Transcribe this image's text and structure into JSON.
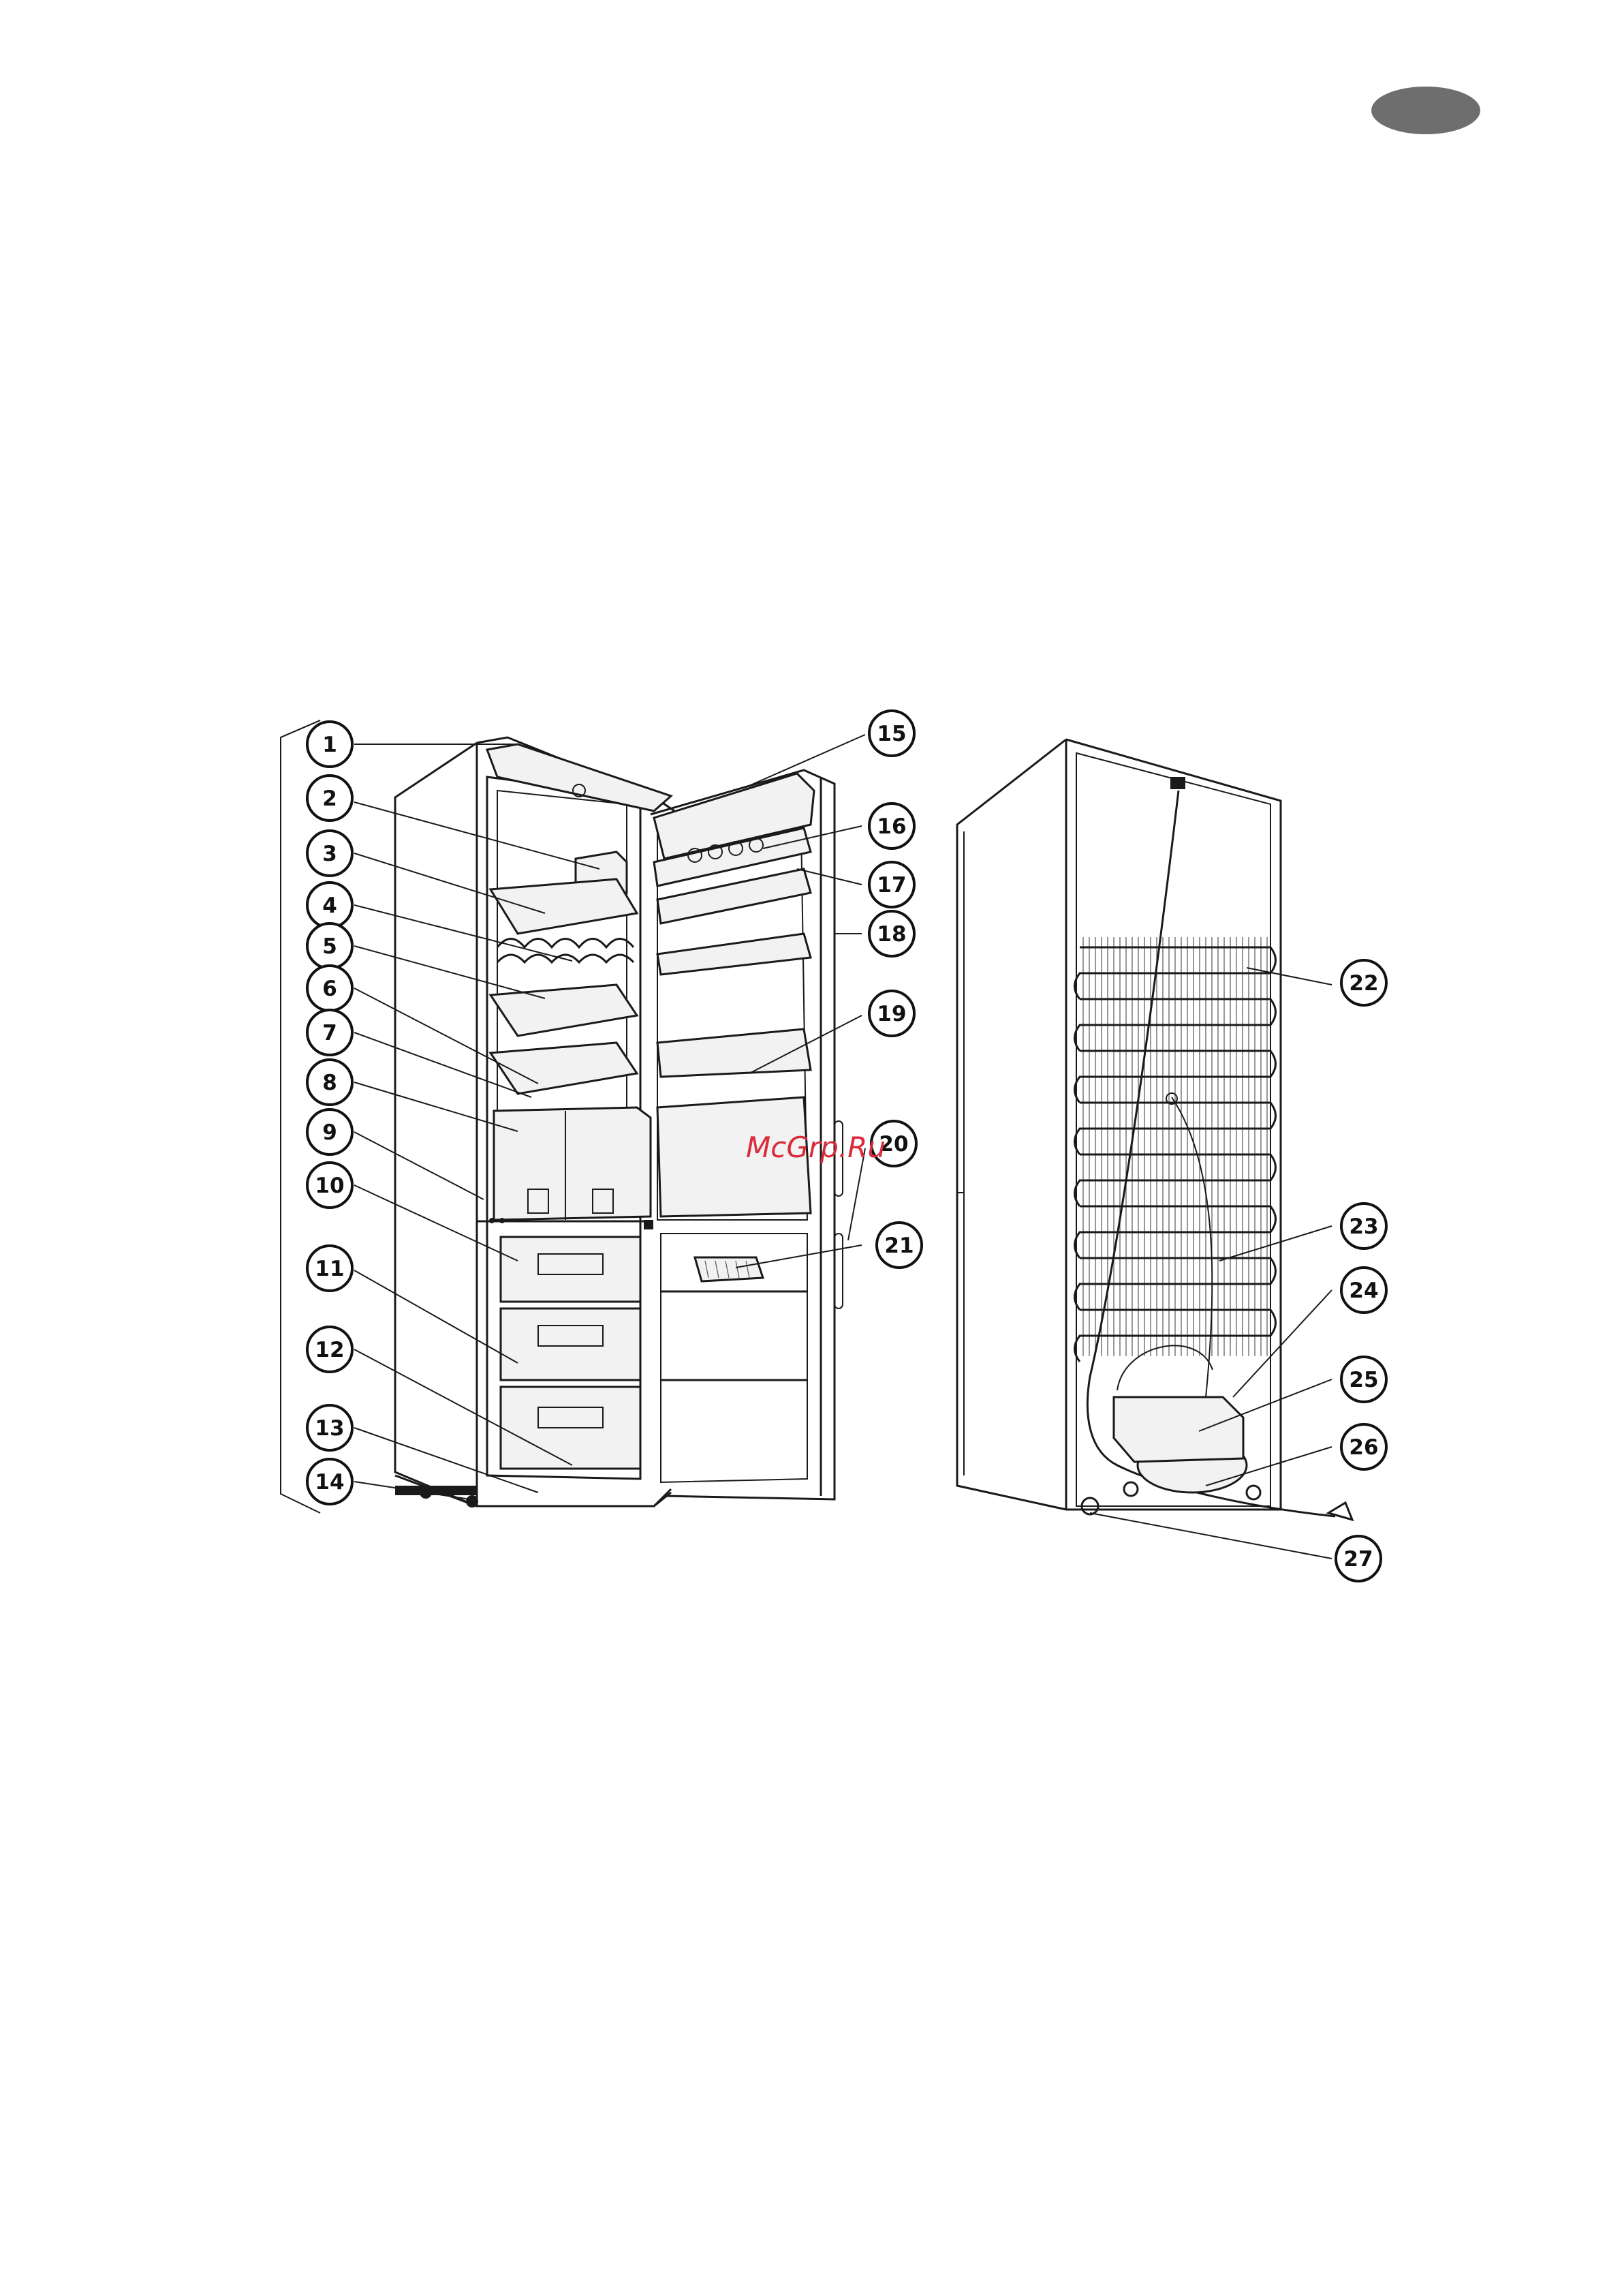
{
  "page": {
    "language_badge_color": "#6e6e6e",
    "watermark": "McGrp.Ru",
    "watermark_color": "#d92b3a"
  },
  "front_callouts": [
    "1",
    "2",
    "3",
    "4",
    "5",
    "6",
    "7",
    "8",
    "9",
    "10",
    "11",
    "12",
    "13",
    "14"
  ],
  "door_callouts": [
    "15",
    "16",
    "17",
    "18",
    "19",
    "20",
    "21"
  ],
  "rear_callouts": [
    "22",
    "23",
    "24",
    "25",
    "26",
    "27"
  ]
}
